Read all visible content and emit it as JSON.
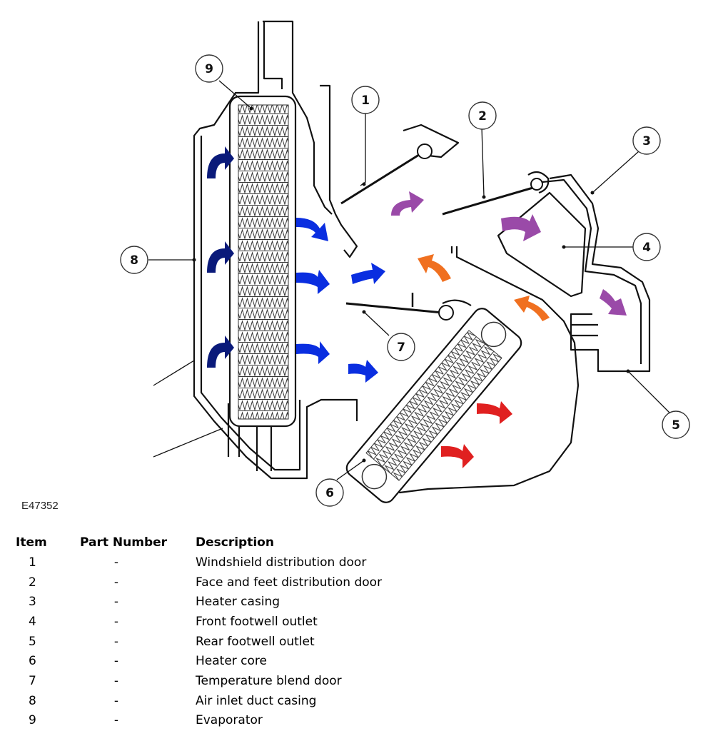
{
  "figure_ref": "E47352",
  "table": {
    "headers": [
      "Item",
      "Part Number",
      "Description"
    ],
    "rows": [
      {
        "item": "1",
        "part": "-",
        "desc": "Windshield distribution door"
      },
      {
        "item": "2",
        "part": "-",
        "desc": "Face and feet distribution door"
      },
      {
        "item": "3",
        "part": "-",
        "desc": "Heater casing"
      },
      {
        "item": "4",
        "part": "-",
        "desc": "Front footwell outlet"
      },
      {
        "item": "5",
        "part": "-",
        "desc": "Rear footwell outlet"
      },
      {
        "item": "6",
        "part": "-",
        "desc": "Heater core"
      },
      {
        "item": "7",
        "part": "-",
        "desc": "Temperature blend door"
      },
      {
        "item": "8",
        "part": "-",
        "desc": "Air inlet duct casing"
      },
      {
        "item": "9",
        "part": "-",
        "desc": "Evaporator"
      }
    ]
  },
  "callouts": [
    "1",
    "2",
    "3",
    "4",
    "5",
    "6",
    "7",
    "8",
    "9"
  ],
  "colors": {
    "cold_air": "#0a2ee0",
    "inlet_air": "#0a1a7a",
    "warm_air": "#f07020",
    "hot_air": "#e02020",
    "mixed_air": "#9a4aa8"
  }
}
